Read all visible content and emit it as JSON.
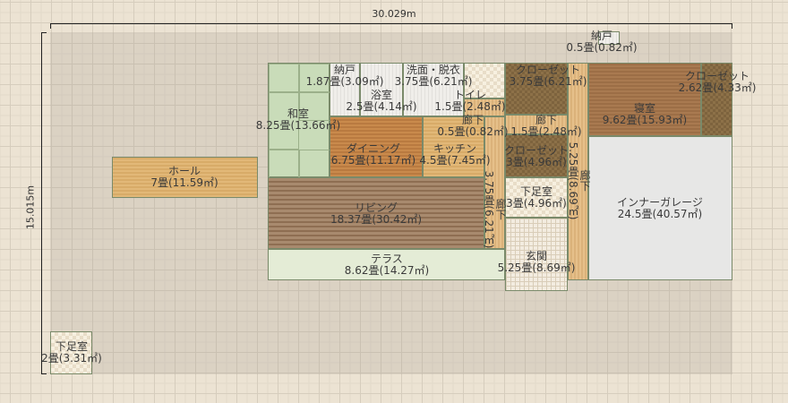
{
  "dimensions": {
    "width": "30.029m",
    "height": "15.015m"
  },
  "rooms": [
    {
      "id": "hall",
      "name": "ホール",
      "area": "7畳(11.59㎡)"
    },
    {
      "id": "washitsu",
      "name": "和室",
      "area": "8.25畳(13.66㎡)"
    },
    {
      "id": "nando1",
      "name": "納戸",
      "area": "1.87畳(3.09㎡)"
    },
    {
      "id": "bath",
      "name": "浴室",
      "area": "2.5畳(4.14㎡)"
    },
    {
      "id": "senmen",
      "name": "洗面・脱衣",
      "area": "3.75畳(6.21㎡)"
    },
    {
      "id": "toilet",
      "name": "トイレ",
      "area": "1.5畳(2.48㎡)"
    },
    {
      "id": "rouka05",
      "name": "廊下",
      "area": "0.5畳(0.82㎡)"
    },
    {
      "id": "dining",
      "name": "ダイニング",
      "area": "6.75畳(11.17㎡)"
    },
    {
      "id": "kitchen",
      "name": "キッチン",
      "area": "4.5畳(7.45㎡)"
    },
    {
      "id": "rouka375",
      "name": "廊下",
      "area": "3.75畳(6.21㎡)"
    },
    {
      "id": "closet375",
      "name": "クローゼット",
      "area": "3.75畳(6.21㎡)"
    },
    {
      "id": "rouka15",
      "name": "廊下",
      "area": "1.5畳(2.48㎡)"
    },
    {
      "id": "closet3",
      "name": "クローゼット",
      "area": "3畳(4.96㎡)"
    },
    {
      "id": "gesoku3",
      "name": "下足室",
      "area": "3畳(4.96㎡)"
    },
    {
      "id": "genkan",
      "name": "玄関",
      "area": "5.25畳(8.69㎡)"
    },
    {
      "id": "rouka525",
      "name": "廊下",
      "area": "5.25畳(8.69㎡)"
    },
    {
      "id": "bedroom",
      "name": "寝室",
      "area": "9.62畳(15.93㎡)"
    },
    {
      "id": "closet262",
      "name": "クローゼット",
      "area": "2.62畳(4.33㎡)"
    },
    {
      "id": "garage",
      "name": "インナーガレージ",
      "area": "24.5畳(40.57㎡)"
    },
    {
      "id": "living",
      "name": "リビング",
      "area": "18.37畳(30.42㎡)"
    },
    {
      "id": "terrace",
      "name": "テラス",
      "area": "8.62畳(14.27㎡)"
    },
    {
      "id": "gesoku2",
      "name": "下足室",
      "area": "2畳(3.31㎡)"
    },
    {
      "id": "nando05",
      "name": "納戸",
      "area": "0.5畳(0.82㎡)"
    }
  ]
}
